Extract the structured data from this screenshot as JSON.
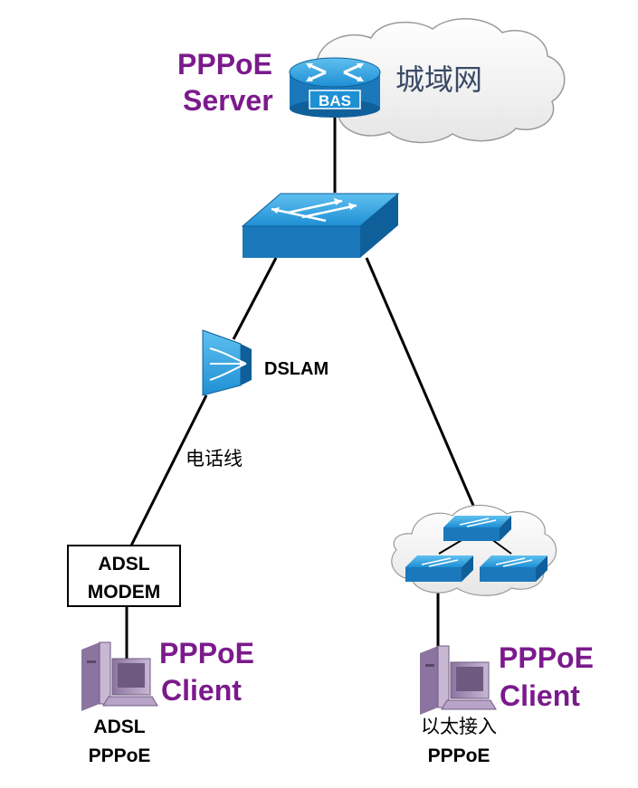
{
  "bas": {
    "role_line1": "PPPoE",
    "role_line2": "Server",
    "device_label": "BAS",
    "network_label": "城域网"
  },
  "dslam": {
    "label": "DSLAM"
  },
  "link": {
    "phone_line_label": "电话线"
  },
  "modem": {
    "line1": "ADSL",
    "line2": "MODEM"
  },
  "client_left": {
    "role_line1": "PPPoE",
    "role_line2": "Client",
    "caption_line1": "ADSL",
    "caption_line2": "PPPoE"
  },
  "client_right": {
    "role_line1": "PPPoE",
    "role_line2": "Client",
    "caption_line1": "以太接入",
    "caption_line2": "PPPoE"
  },
  "colors": {
    "role_text": "#7b1a8c",
    "device_blue": "#1f8fd4",
    "device_blue_dark": "#0f5f9a",
    "pc_purple": "#a890b8",
    "link": "#000000"
  }
}
